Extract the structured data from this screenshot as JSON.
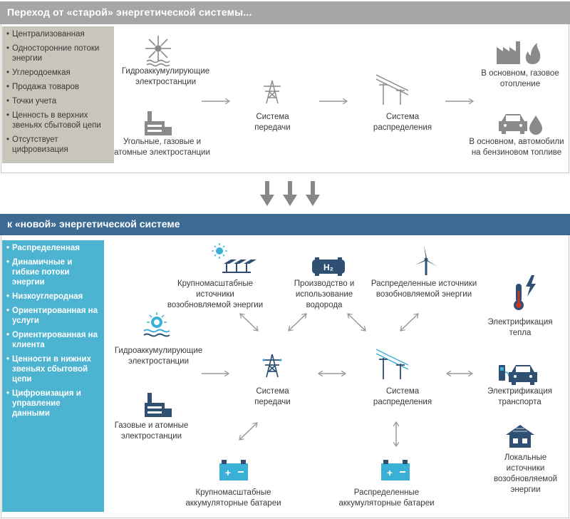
{
  "old_system": {
    "title": "Переход от «старой» энергетической системы...",
    "features": [
      "Централизованная",
      "Односторонние потоки энергии",
      "Углеродоемкая",
      "Продажа товаров",
      "Точки учета",
      "Ценность в верхних звеньях сбытовой цепи",
      "Отсутствует цифровизация"
    ],
    "nodes": {
      "hydro": "Гидроаккумулирующие электростанции",
      "coal_gas_nuclear": "Угольные, газовые и атомные электростанции",
      "transmission": "Система передачи",
      "distribution": "Система распределения",
      "gas_heating": "В основном, газовое отопление",
      "gasoline_cars": "В основном, автомобили на бензиновом топливе"
    }
  },
  "new_system": {
    "title": "к «новой» энергетической системе",
    "features": [
      "Распределенная",
      "Динамичные и гибкие потоки энергии",
      "Низкоуглеродная",
      "Ориентированная на услуги",
      "Ориентированная на клиента",
      "Ценности в нижних звеньях сбытовой цепи",
      "Цифровизация и управление данными"
    ],
    "nodes": {
      "large_renewables": "Крупномасштабные источники возобновляемой энергии",
      "hydrogen": "Производство и использование водорода",
      "hydrogen_symbol": "H₂",
      "distributed_renewables": "Распределенные источники возобновляемой энергии",
      "heat_electrification": "Электрификация тепла",
      "hydro": "Гидроаккумулирующие электростанции",
      "gas_nuclear": "Газовые и атомные электростанции",
      "transmission": "Система передачи",
      "distribution": "Система распределения",
      "transport_electrification": "Электрификация транспорта",
      "local_renewables": "Локальные источники возобновляемой энергии",
      "large_batteries": "Крупномасштабные аккумуляторные батареи",
      "distributed_batteries": "Распределенные аккумуляторные батареи"
    }
  },
  "colors": {
    "grey_header": "#a6a6a6",
    "blue_header": "#3d6a93",
    "old_panel": "#c8c5bb",
    "new_panel": "#4cb3d1",
    "icon_grey": "#7f7f7f",
    "icon_navy": "#2f4f73",
    "icon_cyan": "#3bb0d6"
  },
  "icons": [
    "windmill-icon",
    "factory-icon",
    "pylon-icon",
    "distribution-pole-icon",
    "factory-flame-icon",
    "car-drop-icon",
    "solar-panel-icon",
    "hydrogen-tank-icon",
    "wind-turbine-icon",
    "thermometer-bolt-icon",
    "hydro-wave-icon",
    "battery-icon",
    "ev-charger-icon",
    "house-solar-icon",
    "down-arrow-icon"
  ]
}
